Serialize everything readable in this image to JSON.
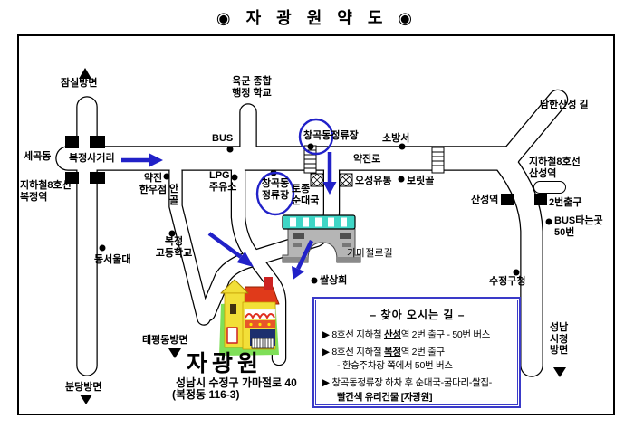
{
  "title": "◉  자 광 원  약 도  ◉",
  "colors": {
    "route_blue": "#2121c8",
    "info_border_blue": "#3a3ac8",
    "bridge_teal": "#3fd6c6",
    "building_yellow": "#f2df38",
    "building_red": "#e03a1a",
    "ground_green": "#7fdf58"
  },
  "labels": {
    "jamsil": "잠실방면",
    "segok": "세곡동",
    "bokjeong_sageori": "복정사거리",
    "subway8_bokjeong": "지하철8호선\n복정역",
    "yukgun": "육군 종합\n행정 학교",
    "bus": "BUS",
    "changgok_stop1": "창곡동정류장",
    "sobangseo": "소방서",
    "yakjinro": "약진로",
    "namhansanseong": "남한산성 길",
    "subway8_sanseong": "지하철8호선\n산성역",
    "hanwoo": "약진\n한우점",
    "angol": "안\n골",
    "lpg": "LPG\n주유소",
    "changgok_stop2": "창곡동\n정류장",
    "tojong": "토종\n순대국",
    "osung": "오성유통",
    "boritgol": "보릿골",
    "bokjeong_high": "복정\n고등학교",
    "dongseoul": "동서울대",
    "bundang": "분당방면",
    "taepyeong": "태평동방면",
    "gamajeol": "가마절로길",
    "ssal": "쌀상회",
    "sanseong_yeok": "산성역",
    "exit2": "2번출구",
    "bus50": "BUS타는곳\n50번",
    "sujeong": "수정구청",
    "seongnam": "성남\n시청\n방면"
  },
  "venue": {
    "name": "자광원",
    "address_line1": "성남시 수정구 가마절로 40",
    "address_line2": "(복정동 116-3)"
  },
  "info": {
    "title": "– 찾아 오시는 길 –",
    "item1_pre": "▶ 8호선 지하철 ",
    "item1_underline": "산성",
    "item1_post": "역 2번 출구 - 50번 버스",
    "item2_pre": "▶ 8호선 지하철 ",
    "item2_underline": "복정",
    "item2_post": "역 2번 출구",
    "item2_sub": "- 환승주차장 쪽에서 50번 버스",
    "item3": "▶ 창곡동정류장 하차 후 순대국-굴다리-쌀집-",
    "item3_sub": "빨간색 유리건물 [자광원]"
  }
}
